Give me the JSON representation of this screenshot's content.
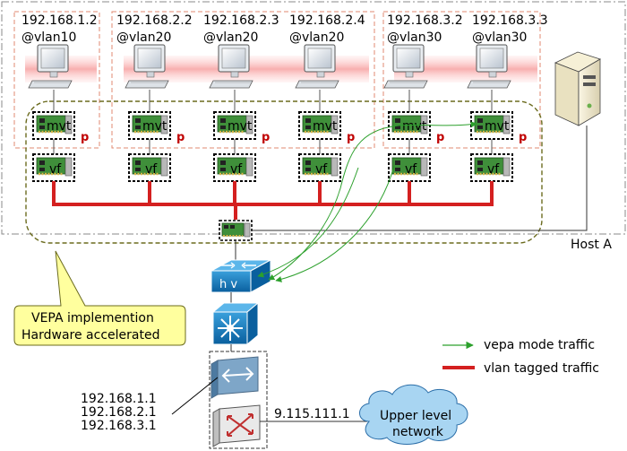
{
  "vms": [
    {
      "ip": "192.168.1.2",
      "vlan": "@vlan10"
    },
    {
      "ip": "192.168.2.2",
      "vlan": "@vlan20"
    },
    {
      "ip": "192.168.2.3",
      "vlan": "@vlan20"
    },
    {
      "ip": "192.168.2.4",
      "vlan": "@vlan20"
    },
    {
      "ip": "192.168.3.2",
      "vlan": "@vlan30"
    },
    {
      "ip": "192.168.3.3",
      "vlan": "@vlan30"
    }
  ],
  "nic_labels": {
    "mvt": "mvt",
    "vf": "vf",
    "port": "p",
    "hv": "h v"
  },
  "host_label": "Host A",
  "callout": {
    "line1": "VEPA implemention",
    "line2": "Hardware accelerated"
  },
  "legend": [
    {
      "label": "vepa mode traffic",
      "color": "#2ca02c"
    },
    {
      "label": "vlan tagged traffic",
      "color": "#d42020"
    }
  ],
  "router_ips": [
    "192.168.1.1",
    "192.168.2.1",
    "192.168.3.1"
  ],
  "uplink_ip": "9.115.111.1",
  "cloud": {
    "line1": "Upper level",
    "line2": "network"
  },
  "icons": [
    "monitor-icon",
    "nic-card-icon",
    "server-tower-icon",
    "switch-icon",
    "l3-switch-icon",
    "firewall-icon",
    "router-icon",
    "cloud-icon"
  ]
}
